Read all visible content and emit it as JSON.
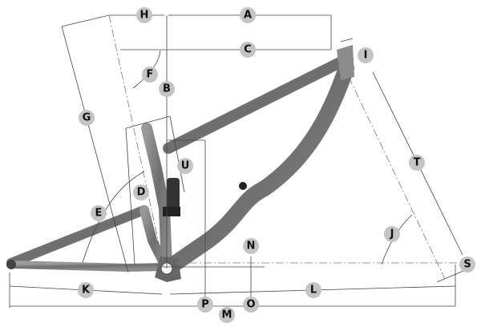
{
  "diagram": {
    "type": "bike-frame-geometry",
    "labels": {
      "A": "A",
      "B": "B",
      "C": "C",
      "D": "D",
      "E": "E",
      "F": "F",
      "G": "G",
      "H": "H",
      "I": "I",
      "J": "J",
      "K": "K",
      "L": "L",
      "M": "M",
      "N": "N",
      "O": "O",
      "P": "P",
      "S": "S",
      "T": "T",
      "U": "U"
    },
    "colors": {
      "frame": "#7a7a7a",
      "badge": "#c4c4c4",
      "line": "#444444"
    }
  }
}
